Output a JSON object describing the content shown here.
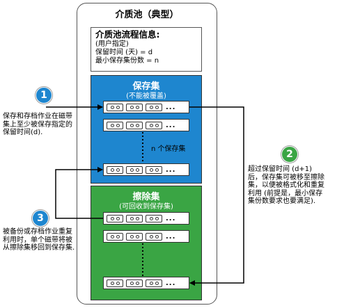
{
  "pool": {
    "title": "介质池（典型）"
  },
  "info": {
    "title": "介质池流程信息:",
    "lines": [
      "(用户指定)",
      "保留时间 (天) = d",
      "最小保存集份数 = n"
    ]
  },
  "retained": {
    "title": "保存集",
    "subtitle": "(不能被覆盖)",
    "n_label": "n 个保存集"
  },
  "scratch": {
    "title": "擦除集",
    "subtitle": "(可回收到保存集)"
  },
  "tape_row": {
    "more": "..."
  },
  "steps": [
    {
      "number": "1",
      "color": "#1e86cf",
      "text": "保存和存档作业在磁带集上至少被保存指定的保留时间(d)."
    },
    {
      "number": "2",
      "color": "#3aa544",
      "text": "超过保留时间 (d+1) 后，保存集可被移至擦除集，以便被格式化和重复利用 (前提是，最小保存集份数要求也要满足)."
    },
    {
      "number": "3",
      "color": "#1e86cf",
      "text": "被备份或存档作业重复利用时，单个磁带将被从擦除集移回到保存集."
    }
  ]
}
